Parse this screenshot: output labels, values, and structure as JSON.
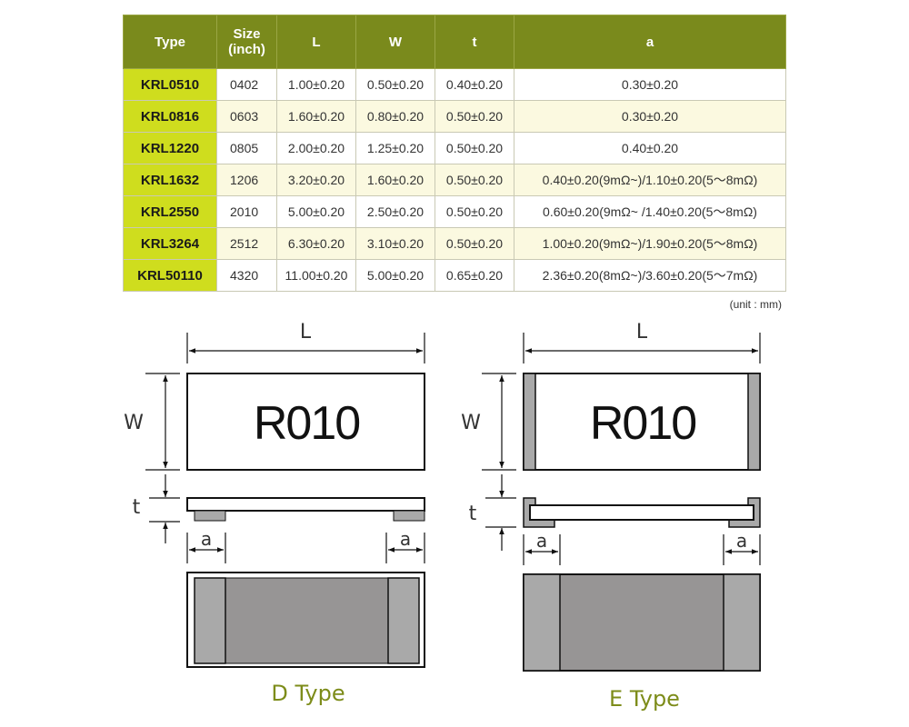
{
  "table": {
    "headers": {
      "type": "Type",
      "size_line1": "Size",
      "size_line2": "(inch)",
      "l": "L",
      "w": "W",
      "t": "t",
      "a": "a"
    },
    "rows": [
      {
        "type": "KRL0510",
        "size": "0402",
        "l": "1.00±0.20",
        "w": "0.50±0.20",
        "t": "0.40±0.20",
        "a": "0.30±0.20"
      },
      {
        "type": "KRL0816",
        "size": "0603",
        "l": "1.60±0.20",
        "w": "0.80±0.20",
        "t": "0.50±0.20",
        "a": "0.30±0.20"
      },
      {
        "type": "KRL1220",
        "size": "0805",
        "l": "2.00±0.20",
        "w": "1.25±0.20",
        "t": "0.50±0.20",
        "a": "0.40±0.20"
      },
      {
        "type": "KRL1632",
        "size": "1206",
        "l": "3.20±0.20",
        "w": "1.60±0.20",
        "t": "0.50±0.20",
        "a": "0.40±0.20(9mΩ~)/1.10±0.20(5～8mΩ)"
      },
      {
        "type": "KRL2550",
        "size": "2010",
        "l": "5.00±0.20",
        "w": "2.50±0.20",
        "t": "0.50±0.20",
        "a": "0.60±0.20(9mΩ~ /1.40±0.20(5～8mΩ)"
      },
      {
        "type": "KRL3264",
        "size": "2512",
        "l": "6.30±0.20",
        "w": "3.10±0.20",
        "t": "0.50±0.20",
        "a": "1.00±0.20(9mΩ~)/1.90±0.20(5～8mΩ)"
      },
      {
        "type": "KRL50110",
        "size": "4320",
        "l": "11.00±0.20",
        "w": "5.00±0.20",
        "t": "0.65±0.20",
        "a": "2.36±0.20(8mΩ~)/3.60±0.20(5～7mΩ)"
      }
    ],
    "unit_note": "(unit : mm)"
  },
  "diagrams": {
    "d_type": {
      "caption": "D Type",
      "marking": "R010",
      "label_l": "L",
      "label_w": "W",
      "label_t": "t",
      "label_a_left": "a",
      "label_a_right": "a"
    },
    "e_type": {
      "caption": "E Type",
      "marking": "R010",
      "label_l": "L",
      "label_w": "W",
      "label_t": "t",
      "label_a_left": "a",
      "label_a_right": "a"
    }
  },
  "colors": {
    "header_bg": "#7a8a1c",
    "type_cell_bg": "#cfdd1e",
    "row_alt_bg": "#fbf9e0",
    "terminal_gray": "#a9a9a9",
    "body_gray": "#979595",
    "caption_color": "#7d8c1a"
  }
}
